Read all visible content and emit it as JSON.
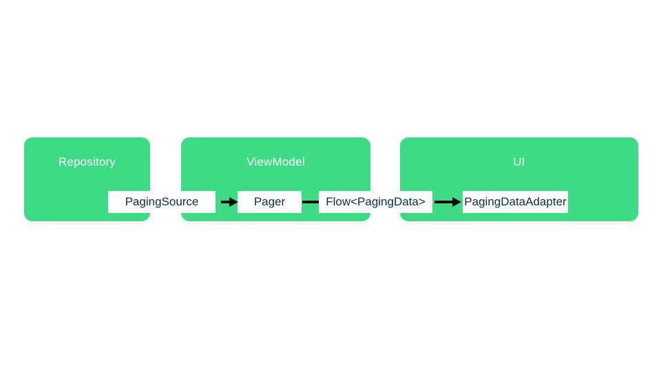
{
  "colors": {
    "layer_fill": "#3ddc84",
    "layer_title_text": "#ffffff",
    "node_fill": "#ffffff",
    "node_text": "#083042",
    "connector": "#0a0a0a",
    "background": "#ffffff"
  },
  "layers": [
    {
      "id": "repository",
      "label": "Repository"
    },
    {
      "id": "viewmodel",
      "label": "ViewModel"
    },
    {
      "id": "ui",
      "label": "UI"
    }
  ],
  "nodes": [
    {
      "id": "paging-source",
      "label": "PagingSource"
    },
    {
      "id": "pager",
      "label": "Pager"
    },
    {
      "id": "flow-paging-data",
      "label": "Flow<PagingData>"
    },
    {
      "id": "paging-data-adapter",
      "label": "PagingDataAdapter"
    }
  ],
  "connectors": [
    {
      "from": "PagingSource",
      "to": "Pager",
      "arrowhead": true
    },
    {
      "from": "Pager",
      "to": "Flow<PagingData>",
      "arrowhead": false
    },
    {
      "from": "Flow<PagingData>",
      "to": "PagingDataAdapter",
      "arrowhead": true
    }
  ]
}
